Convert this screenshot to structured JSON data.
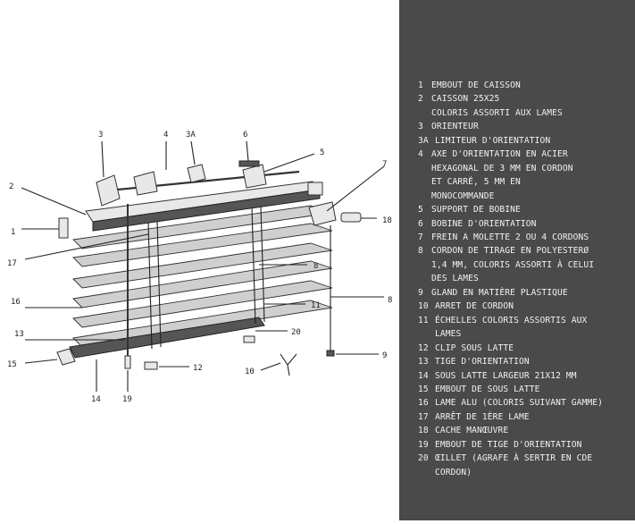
{
  "legend": [
    {
      "num": "1",
      "text": "EMBOUT DE CAISSON"
    },
    {
      "num": "2",
      "text": "CAISSON 25X25\nCOLORIS ASSORTI AUX LAMES"
    },
    {
      "num": "3",
      "text": "ORIENTEUR"
    },
    {
      "num": "3A",
      "text": "LIMITEUR D'ORIENTATION"
    },
    {
      "num": "4",
      "text": "AXE D'ORIENTATION EN ACIER\nHEXAGONAL DE 3 MM EN CORDON\nET CARRÉ, 5 MM EN\nMONOCOMMANDE"
    },
    {
      "num": "5",
      "text": "SUPPORT DE BOBINE"
    },
    {
      "num": "6",
      "text": "BOBINE D'ORIENTATION"
    },
    {
      "num": "7",
      "text": "FREIN A MOLETTE 2 OU 4 CORDONS"
    },
    {
      "num": "8",
      "text": "CORDON DE TIRAGE EN POLYESTERØ\n1,4 MM, COLORIS ASSORTI À CELUI\nDES LAMES"
    },
    {
      "num": "9",
      "text": "GLAND EN MATIÈRE PLASTIQUE"
    },
    {
      "num": "10",
      "text": "ARRET DE CORDON"
    },
    {
      "num": "11",
      "text": "ÉCHELLES COLORIS ASSORTIS AUX\nLAMES"
    },
    {
      "num": "12",
      "text": "CLIP SOUS LATTE"
    },
    {
      "num": "13",
      "text": "TIGE D'ORIENTATION"
    },
    {
      "num": "14",
      "text": "SOUS LATTE LARGEUR 21X12 MM"
    },
    {
      "num": "15",
      "text": "EMBOUT DE SOUS LATTE"
    },
    {
      "num": "16",
      "text": "LAME ALU (COLORIS SUIVANT GAMME)"
    },
    {
      "num": "17",
      "text": "ARRÊT DE 1ÈRE LAME"
    },
    {
      "num": "18",
      "text": "CACHE MANŒUVRE"
    },
    {
      "num": "19",
      "text": "EMBOUT DE TIGE D'ORIENTATION"
    },
    {
      "num": "20",
      "text": "ŒILLET (AGRAFE À SERTIR EN CDE\nCORDON)"
    }
  ],
  "callouts": {
    "c3": "3",
    "c4": "4",
    "c3a": "3A",
    "c6": "6",
    "c5": "5",
    "c7": "7",
    "c2": "2",
    "c1": "1",
    "c18": "18",
    "c17": "17",
    "c8a": "8",
    "c8b": "8",
    "c16": "16",
    "c11": "11",
    "c13": "13",
    "c20": "20",
    "c15": "15",
    "c12": "12",
    "c10": "10",
    "c9": "9",
    "c14": "14",
    "c19": "19"
  }
}
